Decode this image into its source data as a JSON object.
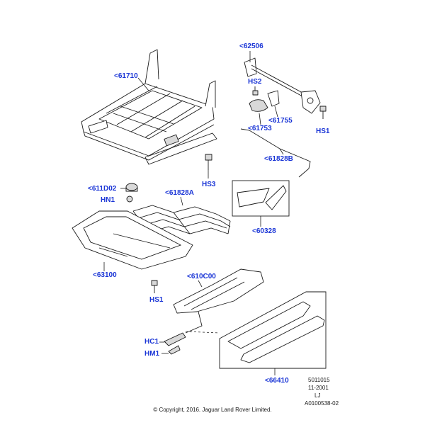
{
  "labels": {
    "l62506": "<62506",
    "l61710": "<61710",
    "hs2": "HS2",
    "l61755": "<61755",
    "l61753": "<61753",
    "hs1_top": "HS1",
    "l61828b": "<61828B",
    "hs3": "HS3",
    "l611d02": "<611D02",
    "hn1": "HN1",
    "l61828a": "<61828A",
    "l60328": "<60328",
    "l63100": "<63100",
    "l610c00": "<610C00",
    "hs1_bottom": "HS1",
    "hc1": "HC1",
    "hm1": "HM1",
    "l66410": "<66410"
  },
  "reference": {
    "line1": "5011015",
    "line2": "11-2001",
    "line3": "LJ",
    "line4": "A0100538-02"
  },
  "copyright": "© Copyright, 2016. Jaguar Land Rover Limited.",
  "colors": {
    "label": "#1a35d6",
    "line": "#1a1a1a",
    "background": "#ffffff"
  }
}
